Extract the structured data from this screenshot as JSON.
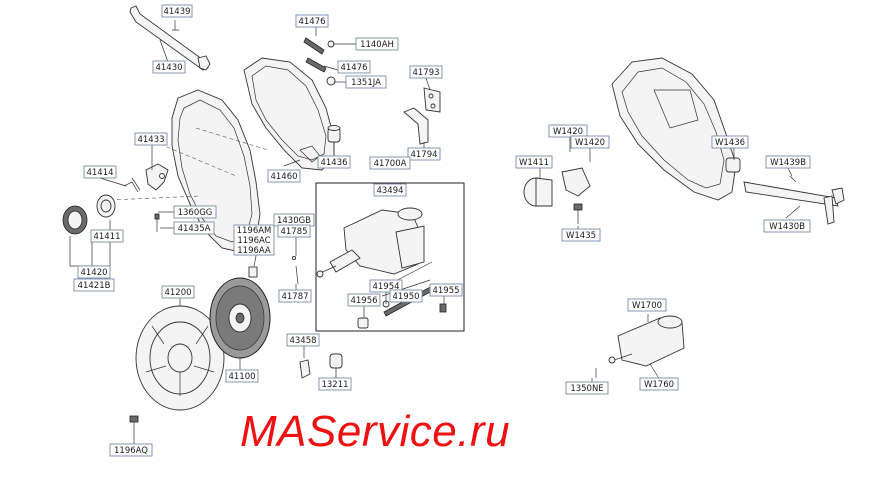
{
  "callouts": [
    {
      "id": "c-41439",
      "text": "41439"
    },
    {
      "id": "c-41430",
      "text": "41430"
    },
    {
      "id": "c-41476a",
      "text": "41476"
    },
    {
      "id": "c-1140ah",
      "text": "1140AH"
    },
    {
      "id": "c-41476b",
      "text": "41476"
    },
    {
      "id": "c-1351ja",
      "text": "1351JA"
    },
    {
      "id": "c-41793",
      "text": "41793"
    },
    {
      "id": "c-41433",
      "text": "41433"
    },
    {
      "id": "c-41436",
      "text": "41436"
    },
    {
      "id": "c-41794",
      "text": "41794"
    },
    {
      "id": "c-41700a",
      "text": "41700A"
    },
    {
      "id": "c-41460",
      "text": "41460"
    },
    {
      "id": "c-43494",
      "text": "43494"
    },
    {
      "id": "c-41414",
      "text": "41414"
    },
    {
      "id": "c-1360gg",
      "text": "1360GG"
    },
    {
      "id": "c-41435a",
      "text": "41435A"
    },
    {
      "id": "c-1196am",
      "text": "1196AM"
    },
    {
      "id": "c-1196ac",
      "text": "1196AC"
    },
    {
      "id": "c-1196aa",
      "text": "1196AA"
    },
    {
      "id": "c-1430gb",
      "text": "1430GB"
    },
    {
      "id": "c-41785",
      "text": "41785"
    },
    {
      "id": "c-41411",
      "text": "41411"
    },
    {
      "id": "c-41420",
      "text": "41420"
    },
    {
      "id": "c-41421b",
      "text": "41421B"
    },
    {
      "id": "c-41787",
      "text": "41787"
    },
    {
      "id": "c-41954",
      "text": "41954"
    },
    {
      "id": "c-41950",
      "text": "41950"
    },
    {
      "id": "c-41955",
      "text": "41955"
    },
    {
      "id": "c-41956",
      "text": "41956"
    },
    {
      "id": "c-41200",
      "text": "41200"
    },
    {
      "id": "c-43458",
      "text": "43458"
    },
    {
      "id": "c-41100",
      "text": "41100"
    },
    {
      "id": "c-13211",
      "text": "13211"
    },
    {
      "id": "c-1196aq",
      "text": "1196AQ"
    },
    {
      "id": "c-w1420a",
      "text": "W1420"
    },
    {
      "id": "c-w1420b",
      "text": "W1420"
    },
    {
      "id": "c-w1411",
      "text": "W1411"
    },
    {
      "id": "c-w1436",
      "text": "W1436"
    },
    {
      "id": "c-w1439b",
      "text": "W1439B"
    },
    {
      "id": "c-w1435",
      "text": "W1435"
    },
    {
      "id": "c-w1430b",
      "text": "W1430B"
    },
    {
      "id": "c-w1700",
      "text": "W1700"
    },
    {
      "id": "c-1350ne",
      "text": "1350NE"
    },
    {
      "id": "c-w1760",
      "text": "W1760"
    }
  ],
  "watermark": {
    "text": "MAService.ru",
    "color": "#ee1111"
  },
  "colors": {
    "label_border": "#7a8aa8",
    "line": "#333333"
  }
}
